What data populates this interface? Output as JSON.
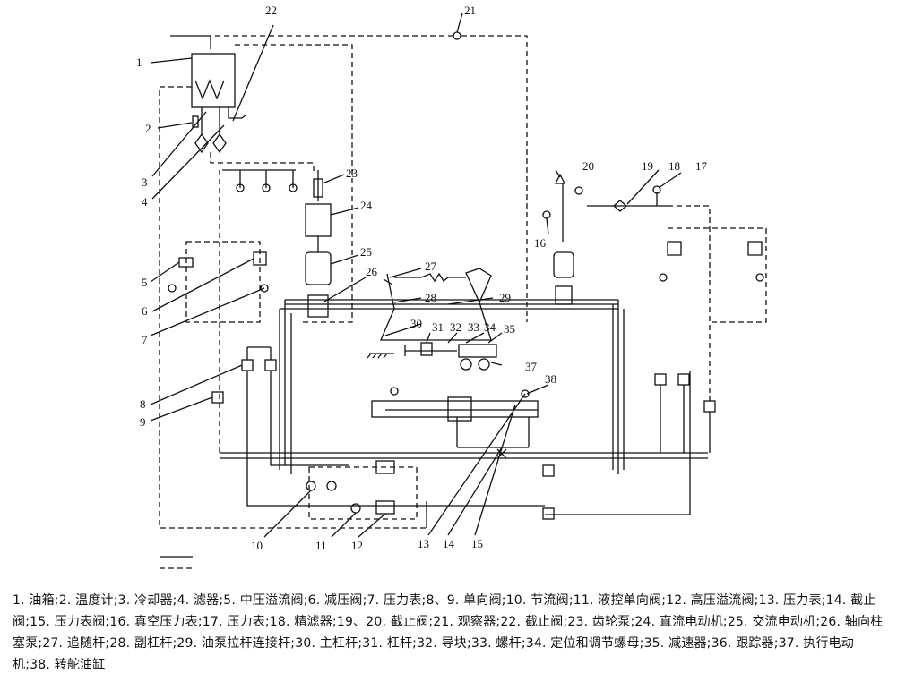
{
  "callouts": {
    "n1": "1",
    "n2": "2",
    "n3": "3",
    "n4": "4",
    "n5": "5",
    "n6": "6",
    "n7": "7",
    "n8": "8",
    "n9": "9",
    "n10": "10",
    "n11": "11",
    "n12": "12",
    "n13": "13",
    "n14": "14",
    "n15": "15",
    "n16": "16",
    "n17": "17",
    "n18": "18",
    "n19": "19",
    "n20": "20",
    "n21": "21",
    "n22": "22",
    "n23": "23",
    "n24": "24",
    "n25": "25",
    "n26": "26",
    "n27": "27",
    "n28": "28",
    "n29": "29",
    "n30": "30",
    "n31": "31",
    "n32": "32",
    "n33": "33",
    "n34": "34",
    "n35": "35",
    "n37": "37",
    "n38": "38"
  },
  "legend_text": "1. 油箱;2. 温度计;3. 冷却器;4. 滤器;5. 中压溢流阀;6. 减压阀;7. 压力表;8、9. 单向阀;10. 节流阀;11. 液控单向阀;12. 高压溢流阀;13. 压力表;14. 截止阀;15. 压力表阀;16. 真空压力表;17. 压力表;18. 精滤器;19、20. 截止阀;21. 观察器;22. 截止阀;23. 齿轮泵;24. 直流电动机;25. 交流电动机;26. 轴向柱塞泵;27. 追随杆;28. 副杠杆;29. 油泵拉杆连接杆;30. 主杠杆;31. 杠杆;32. 导块;33. 螺杆;34. 定位和调节螺母;35. 减速器;36. 跟踪器;37. 执行电动机;38. 转舵油缸"
}
